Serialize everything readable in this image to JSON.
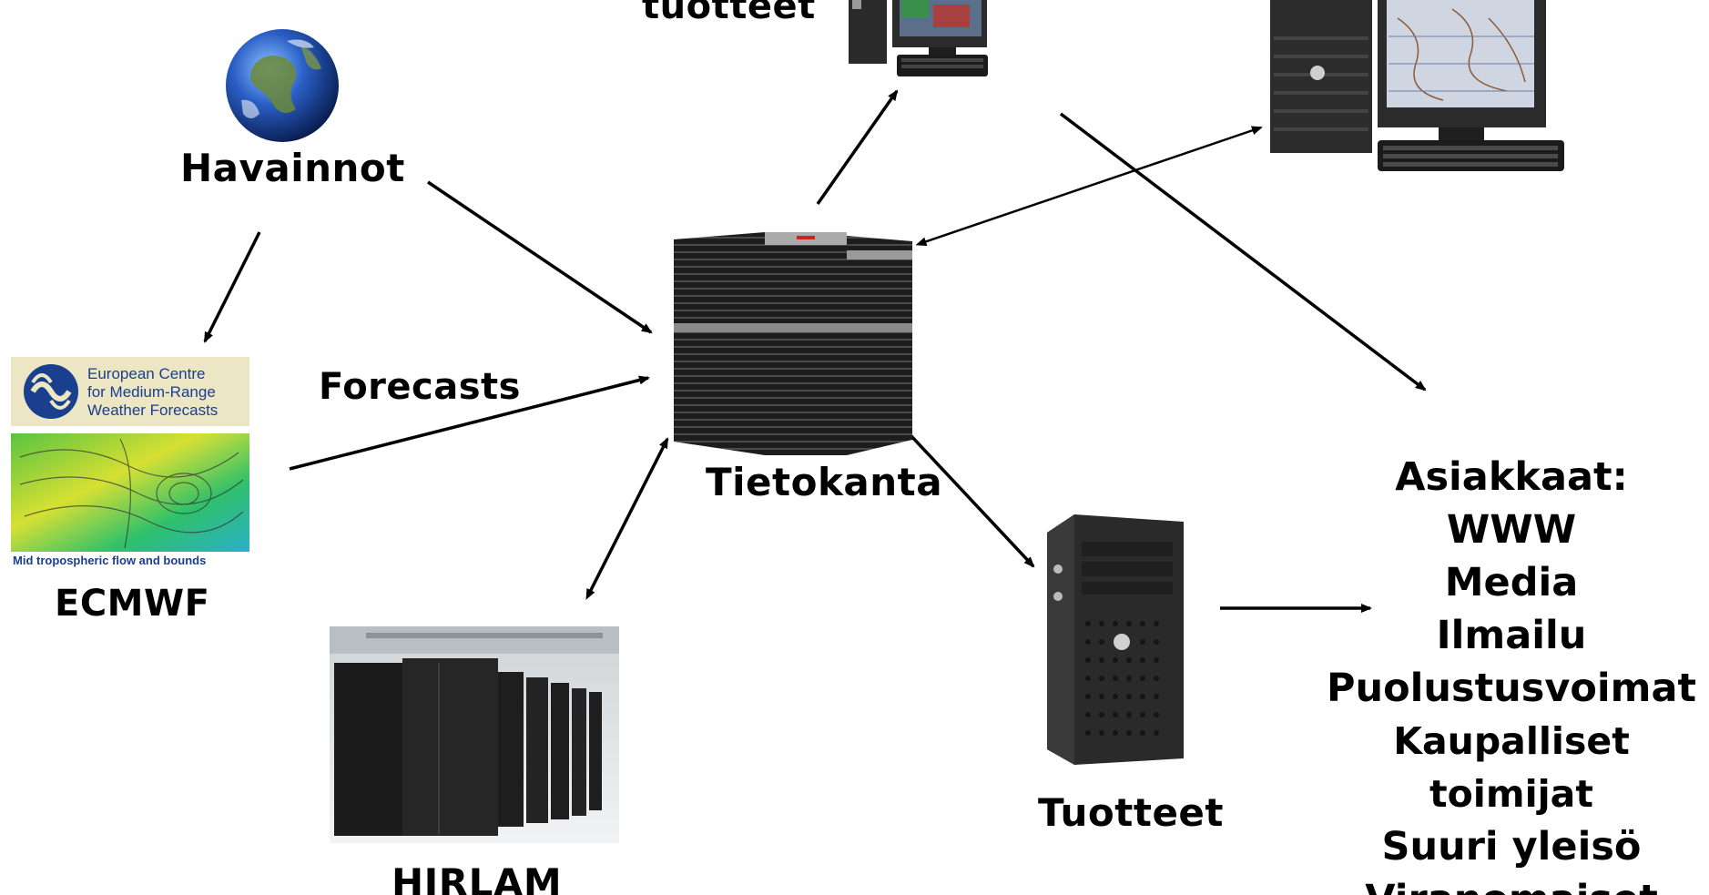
{
  "nodes": {
    "havainnot": "Havainnot",
    "forecasts": "Forecasts",
    "ecmwf": "ECMWF",
    "tietokanta": "Tietokanta",
    "hirlam": "HIRLAM",
    "tuotteet": "Tuotteet",
    "tuotteet_top": "tuotteet"
  },
  "ecmwf_logo": {
    "line1": "European Centre",
    "line2": "for Medium-Range",
    "line3": "Weather Forecasts",
    "caption": "Mid tropospheric flow and bounds"
  },
  "clients": {
    "title": "Asiakkaat:",
    "items": [
      "WWW",
      "Media",
      "Ilmailu",
      "Puolustusvoimat",
      "Kaupalliset toimijat",
      "Suuri yleisö",
      "Viranomaiset"
    ]
  },
  "colors": {
    "ecmwf_blue": "#1a3f8f",
    "arrow": "#000000"
  }
}
